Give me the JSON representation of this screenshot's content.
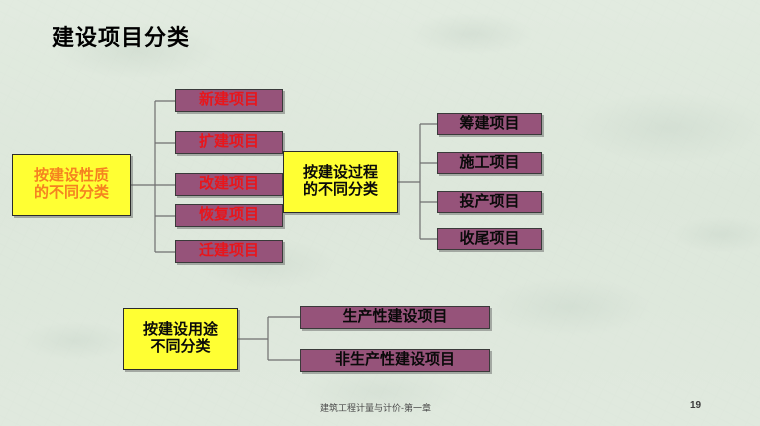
{
  "slide": {
    "title": "建设项目分类",
    "background_color": "#dfe8dd",
    "footer": "建筑工程计量与计价-第一章",
    "page_number": "19"
  },
  "colors": {
    "purple_box": "#96537a",
    "yellow_box": "#ffff33",
    "red_text": "#e8161c",
    "orange_text": "#f58220",
    "black_text": "#0a0a0a",
    "connector": "#6f6f6f"
  },
  "diagram": {
    "group1": {
      "root": {
        "line1": "按建设性质",
        "line2": "的不同分类"
      },
      "children": [
        {
          "label": "新建项目"
        },
        {
          "label": "扩建项目"
        },
        {
          "label": "改建项目"
        },
        {
          "label": "恢复项目"
        },
        {
          "label": "迁建项目"
        }
      ]
    },
    "group2": {
      "root": {
        "line1": "按建设过程",
        "line2": "的不同分类"
      },
      "children": [
        {
          "label": "筹建项目"
        },
        {
          "label": "施工项目"
        },
        {
          "label": "投产项目"
        },
        {
          "label": "收尾项目"
        }
      ]
    },
    "group3": {
      "root": {
        "line1": "按建设用途",
        "line2": "不同分类"
      },
      "children": [
        {
          "label": "生产性建设项目"
        },
        {
          "label": "非生产性建设项目"
        }
      ]
    }
  }
}
